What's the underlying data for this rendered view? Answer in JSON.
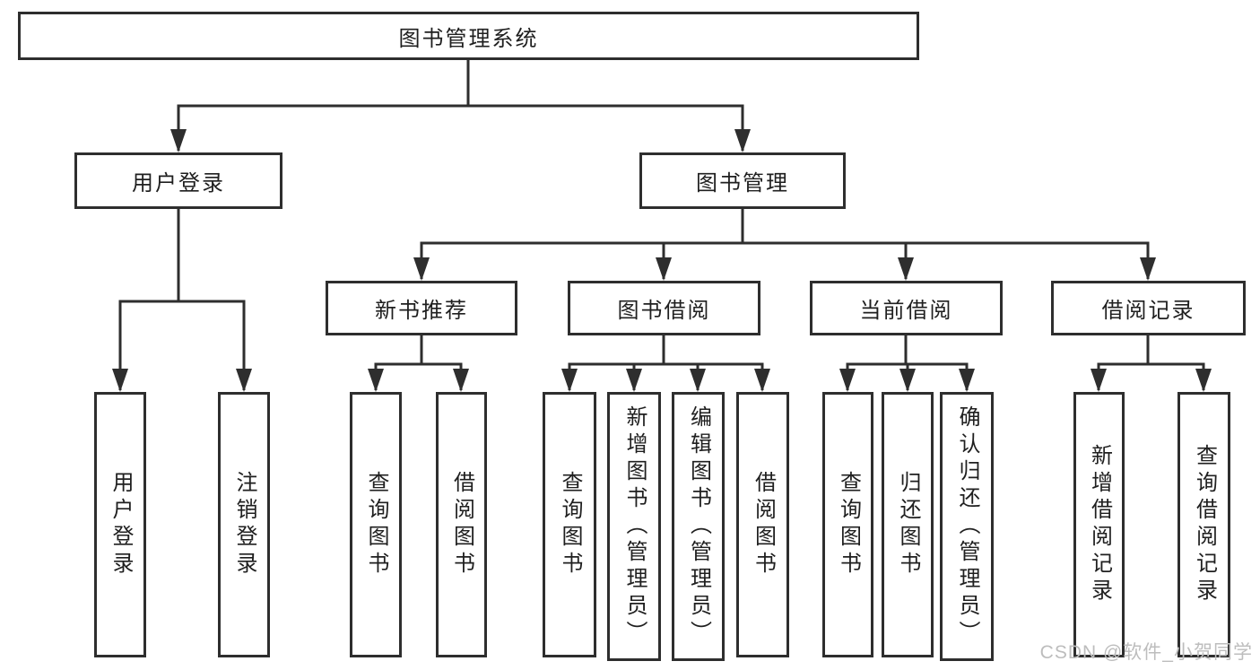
{
  "diagram": {
    "title": "图书管理系统",
    "nodes": [
      {
        "id": "root",
        "label": "图书管理系统"
      },
      {
        "id": "user-login",
        "label": "用户登录"
      },
      {
        "id": "book-mgmt",
        "label": "图书管理"
      },
      {
        "id": "new-book-rec",
        "label": "新书推荐"
      },
      {
        "id": "book-borrow",
        "label": "图书借阅"
      },
      {
        "id": "current-borrow",
        "label": "当前借阅"
      },
      {
        "id": "borrow-records",
        "label": "借阅记录"
      },
      {
        "id": "leaf-user-login",
        "label": "用户登录"
      },
      {
        "id": "leaf-logout",
        "label": "注销登录"
      },
      {
        "id": "leaf-nbr-query",
        "label": "查询图书"
      },
      {
        "id": "leaf-nbr-borrow",
        "label": "借阅图书"
      },
      {
        "id": "leaf-bb-query",
        "label": "查询图书"
      },
      {
        "id": "leaf-bb-add",
        "label": "新增图书（管理员）"
      },
      {
        "id": "leaf-bb-edit",
        "label": "编辑图书（管理员）"
      },
      {
        "id": "leaf-bb-borrow",
        "label": "借阅图书"
      },
      {
        "id": "leaf-cb-query",
        "label": "查询图书"
      },
      {
        "id": "leaf-cb-return",
        "label": "归还图书"
      },
      {
        "id": "leaf-cb-confirm",
        "label": "确认归还（管理员）"
      },
      {
        "id": "leaf-br-add",
        "label": "新增借阅记录"
      },
      {
        "id": "leaf-br-query",
        "label": "查询借阅记录"
      }
    ]
  },
  "watermark": {
    "text": "CSDN @软件_小贺同学"
  },
  "colors": {
    "line": "#2e2e2e",
    "border": "#2e2e2e",
    "text": "#1f1f1f",
    "watermark": "#bdbdbd",
    "background": "#ffffff"
  }
}
